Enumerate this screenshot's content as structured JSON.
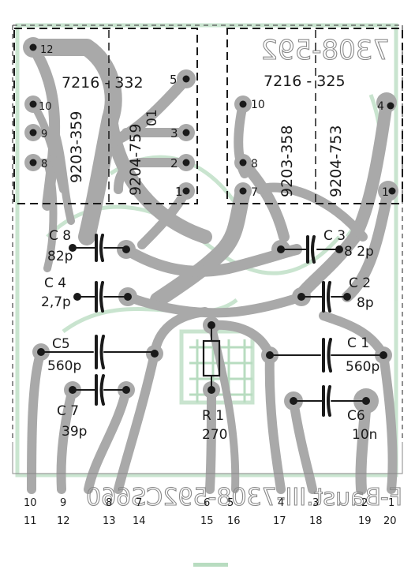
{
  "colors": {
    "copper": "#a9a9a9",
    "ink": "#1a1a1a",
    "silk_green": "#b8dcc0",
    "ghost": "#8a8a8a",
    "background": "#ffffff"
  },
  "filters": {
    "left": {
      "top_part": "7216 - 332",
      "part_a": "9203-359",
      "part_b": "9204-759",
      "part_b_suffix": "01",
      "pins": [
        "12",
        "10",
        "9",
        "8",
        "5",
        "3",
        "2",
        "1"
      ]
    },
    "right": {
      "top_part": "7216 - 325",
      "part_a": "9203-358",
      "part_b": "9204-753",
      "pins": [
        "10",
        "8",
        "7",
        "4",
        "1"
      ]
    }
  },
  "components": [
    {
      "ref": "C 8",
      "value": "82p"
    },
    {
      "ref": "C 4",
      "value": "2,7p"
    },
    {
      "ref": "C5",
      "value": "560p"
    },
    {
      "ref": "C 7",
      "value": "39p"
    },
    {
      "ref": "C 3",
      "value": "8 2p"
    },
    {
      "ref": "C 2",
      "value": "8p"
    },
    {
      "ref": "C 1",
      "value": "560p"
    },
    {
      "ref": "C6",
      "value": "10n"
    },
    {
      "ref": "R 1",
      "value": "270"
    }
  ],
  "mirrored_text": {
    "board_top": "7308-592",
    "board_bottom": "F-Baust.III-7308-592CS660"
  },
  "connector": {
    "top_row": [
      "10",
      "9",
      "8",
      "7",
      "6",
      "5",
      "4",
      "3",
      "2",
      "1"
    ],
    "bottom_row": [
      "11",
      "12",
      "13",
      "14",
      "15",
      "16",
      "17",
      "18",
      "19",
      "20"
    ]
  }
}
